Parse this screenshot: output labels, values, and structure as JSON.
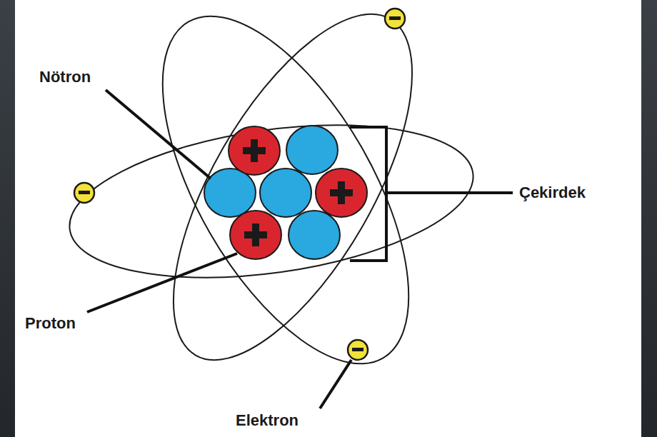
{
  "diagram": {
    "labels": [
      "Nötron",
      "Proton",
      "Çekirdek",
      "Elektron"
    ]
  }
}
